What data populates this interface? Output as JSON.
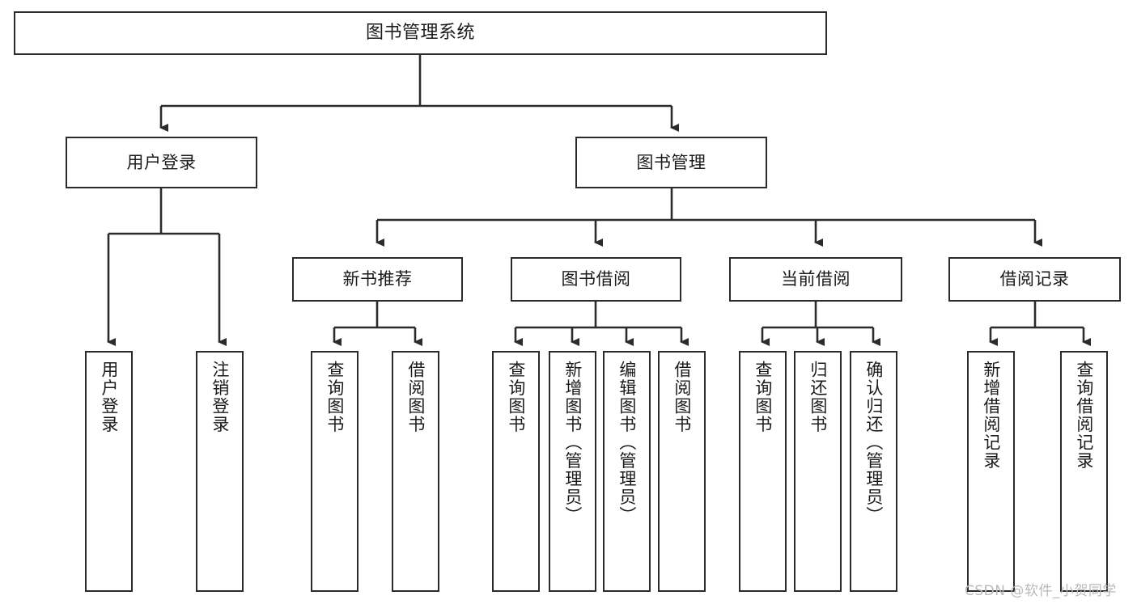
{
  "diagram": {
    "title": "图书管理系统",
    "type": "tree-hierarchy",
    "watermark": "CSDN @软件_小贺同学",
    "colors": {
      "box_border": "#2b2b2b",
      "box_fill": "#ffffff",
      "connector": "#2b2b2b",
      "text": "#1b1b1b",
      "watermark": "#b9b9b9",
      "background": "#ffffff"
    }
  },
  "nodes": {
    "root": {
      "label": "图书管理系统"
    },
    "level2": [
      {
        "label": "用户登录"
      },
      {
        "label": "图书管理"
      }
    ],
    "level3": [
      {
        "label": "新书推荐"
      },
      {
        "label": "图书借阅"
      },
      {
        "label": "当前借阅"
      },
      {
        "label": "借阅记录"
      }
    ],
    "leaves": {
      "user_login": [
        {
          "label": "用户登录"
        },
        {
          "label": "注销登录"
        }
      ],
      "new_book_recommend": [
        {
          "label": "查询图书"
        },
        {
          "label": "借阅图书"
        }
      ],
      "book_borrow": [
        {
          "label": "查询图书"
        },
        {
          "label": "新增图书（管理员）"
        },
        {
          "label": "编辑图书（管理员）"
        },
        {
          "label": "借阅图书"
        }
      ],
      "current_borrow": [
        {
          "label": "查询图书"
        },
        {
          "label": "归还图书"
        },
        {
          "label": "确认归还（管理员）"
        }
      ],
      "borrow_records": [
        {
          "label": "新增借阅记录"
        },
        {
          "label": "查询借阅记录"
        }
      ]
    }
  }
}
